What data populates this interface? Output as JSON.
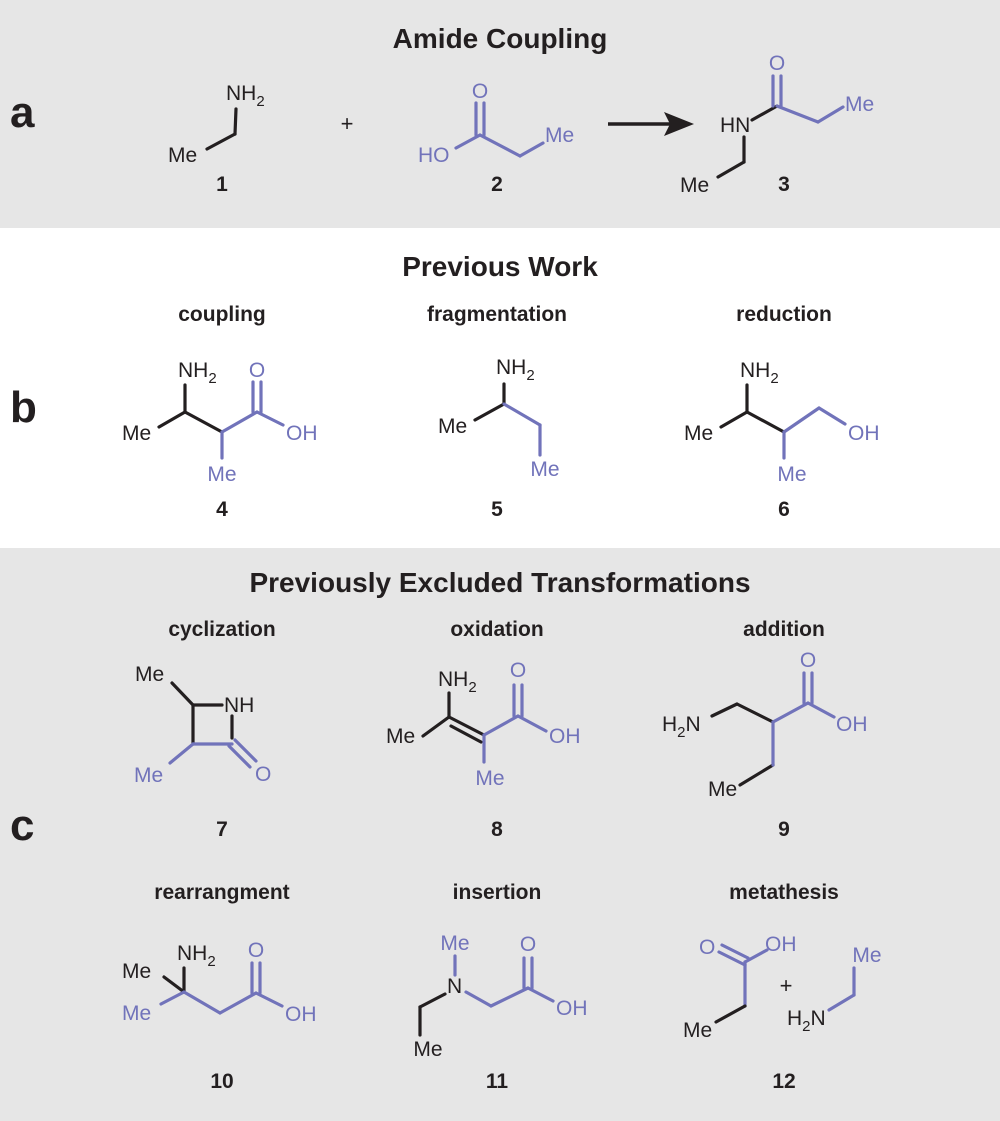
{
  "colors": {
    "black": "#231f20",
    "blue": "#7173ba",
    "panel_gray": "#e6e6e6",
    "white": "#ffffff"
  },
  "panels": {
    "a": {
      "letter": "a",
      "title": "Amide Coupling"
    },
    "b": {
      "letter": "b",
      "title": "Previous Work"
    },
    "c": {
      "letter": "c",
      "title": "Previously Excluded Transformations"
    }
  },
  "labels": {
    "coupling": "coupling",
    "fragmentation": "fragmentation",
    "reduction": "reduction",
    "cyclization": "cyclization",
    "oxidation": "oxidation",
    "addition": "addition",
    "rearrangment": "rearrangment",
    "insertion": "insertion",
    "metathesis": "metathesis"
  },
  "numbers": {
    "n1": "1",
    "n2": "2",
    "n3": "3",
    "n4": "4",
    "n5": "5",
    "n6": "6",
    "n7": "7",
    "n8": "8",
    "n9": "9",
    "n10": "10",
    "n11": "11",
    "n12": "12"
  },
  "operators": {
    "plus": "+"
  },
  "atoms": {
    "me": "Me",
    "o": "O",
    "ho": "HO",
    "oh": "OH",
    "hn": "HN",
    "n": "N",
    "nh": "NH",
    "nh_base": "NH",
    "h": "H",
    "sub2": "2"
  }
}
